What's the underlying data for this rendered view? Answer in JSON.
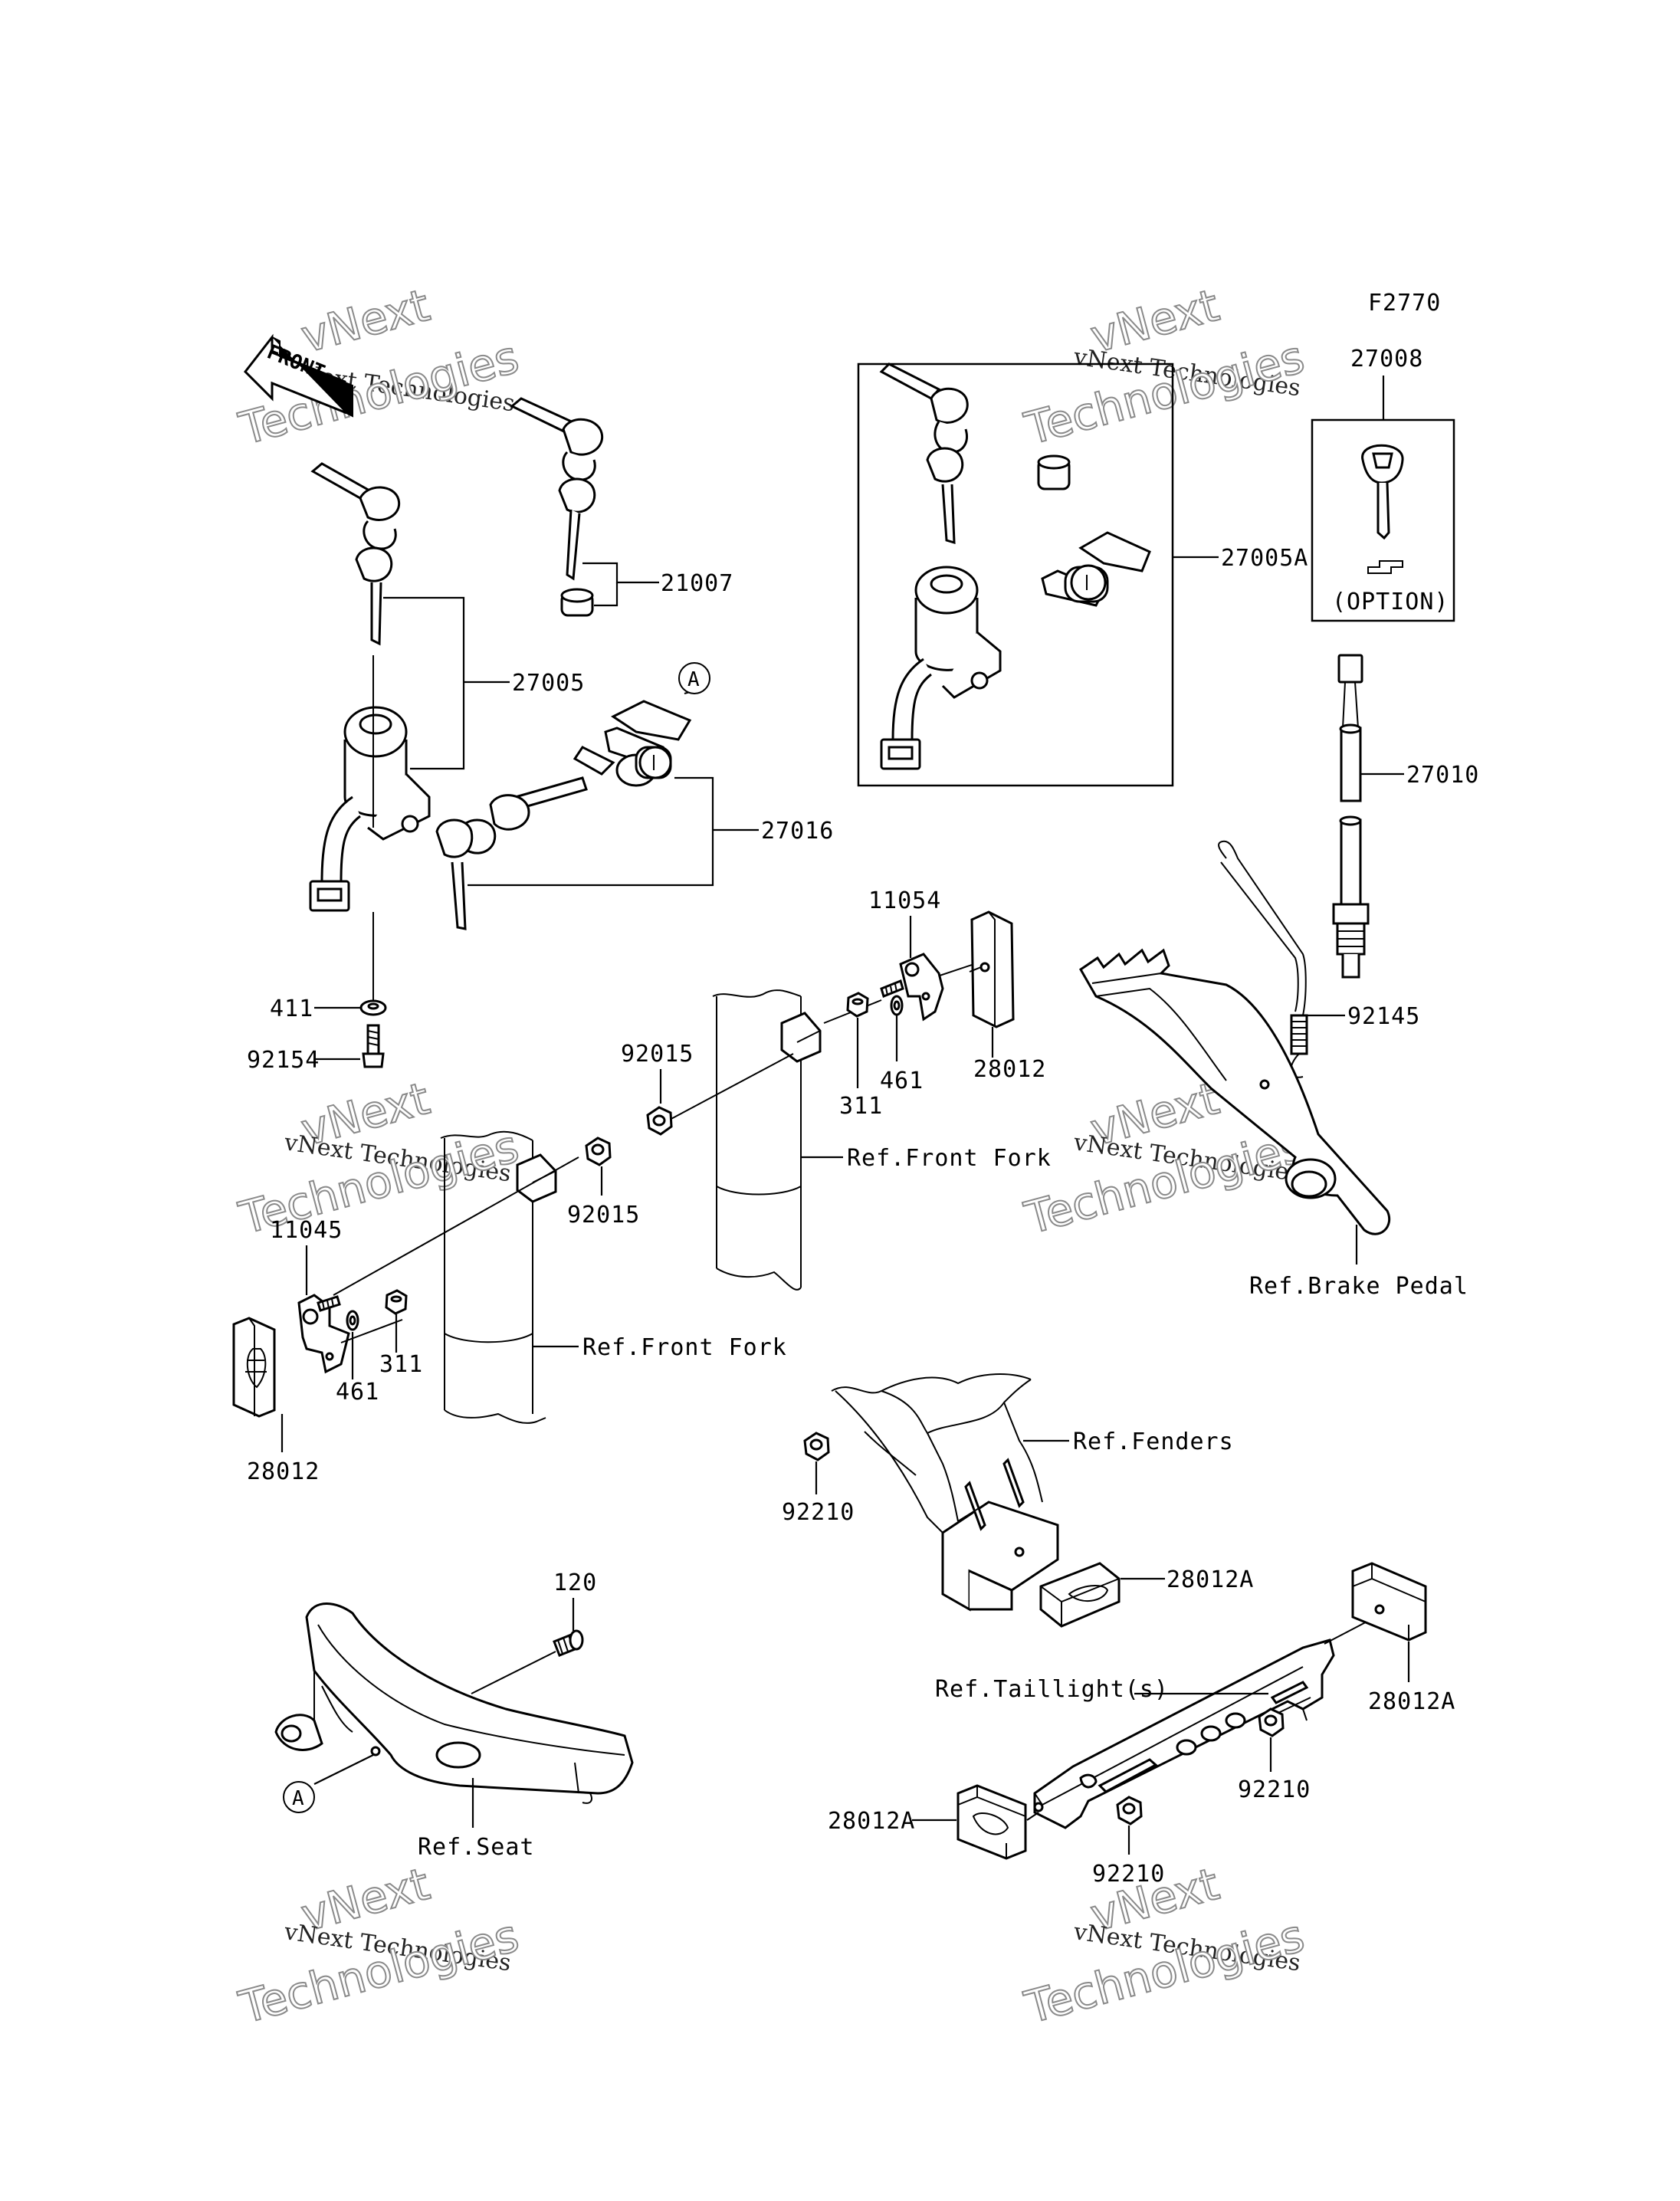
{
  "figure_code": "F2770",
  "front_arrow_label": "FRONT",
  "watermark": {
    "line1": "vNext",
    "line2": "vNext Technologies",
    "line3": "Technologies"
  },
  "callout_letter": "A",
  "option_label": "(OPTION)",
  "parts": {
    "p27008": "27008",
    "p27005A": "27005A",
    "p21007": "21007",
    "p27005": "27005",
    "p27016": "27016",
    "p27010": "27010",
    "p11054": "11054",
    "p28012_top": "28012",
    "p92015_top": "92015",
    "p461_top": "461",
    "p311_top": "311",
    "p411": "411",
    "p92154": "92154",
    "p92145": "92145",
    "p92015_left": "92015",
    "p11045": "11045",
    "p461_left": "461",
    "p311_left": "311",
    "p28012_left": "28012",
    "p92210_mid": "92210",
    "p28012A_mid": "28012A",
    "p120": "120",
    "p28012A_right": "28012A",
    "p92210_right": "92210",
    "p28012A_bottom": "28012A",
    "p92210_bottom": "92210"
  },
  "refs": {
    "front_fork_top": "Ref.Front Fork",
    "front_fork_left": "Ref.Front Fork",
    "brake_pedal": "Ref.Brake Pedal",
    "fenders": "Ref.Fenders",
    "taillights": "Ref.Taillight(s)",
    "seat": "Ref.Seat"
  }
}
